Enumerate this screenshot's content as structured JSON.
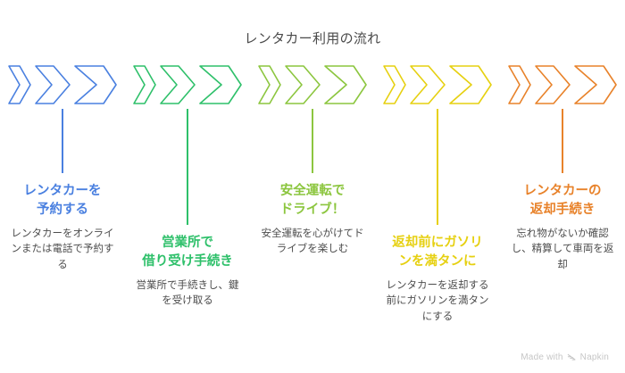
{
  "title": "レンタカー利用の流れ",
  "watermark": {
    "prefix": "Made with",
    "brand": "Napkin",
    "logo_icon": "napkin-chevrons-logo"
  },
  "colors": {
    "title_text": "#4a4a4a",
    "body_text": "#4d4d4d",
    "step1": "#4a80e0",
    "step2": "#2ec06a",
    "step3": "#8cc63f",
    "step4": "#e6d010",
    "step5": "#e8822a",
    "watermark": "#c6c6c6",
    "background": "#ffffff"
  },
  "steps": [
    {
      "index": 1,
      "title": "レンタカーを\n予約する",
      "desc": "レンタカーをオンラインまたは電話で予約する",
      "color": "#4a80e0",
      "connector": "short",
      "icon": "triple-chevron-arrow-icon"
    },
    {
      "index": 2,
      "title": "営業所で\n借り受け手続き",
      "desc": "営業所で手続きし、鍵を受け取る",
      "color": "#2ec06a",
      "connector": "long",
      "icon": "triple-chevron-arrow-icon"
    },
    {
      "index": 3,
      "title": "安全運転で\nドライブ！",
      "desc": "安全運転を心がけてドライブを楽しむ",
      "color": "#8cc63f",
      "connector": "short",
      "icon": "triple-chevron-arrow-icon"
    },
    {
      "index": 4,
      "title": "返却前にガソリ\nンを満タンに",
      "desc": "レンタカーを返却する前にガソリンを満タンにする",
      "color": "#e6d010",
      "connector": "long",
      "icon": "triple-chevron-arrow-icon"
    },
    {
      "index": 5,
      "title": "レンタカーの\n返却手続き",
      "desc": "忘れ物がないか確認し、精算して車両を返却",
      "color": "#e8822a",
      "connector": "short",
      "icon": "triple-chevron-arrow-icon"
    }
  ]
}
